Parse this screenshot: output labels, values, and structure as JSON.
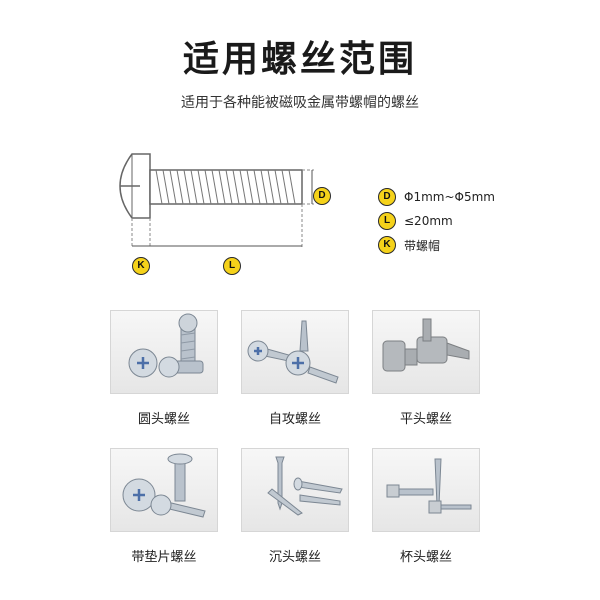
{
  "header": {
    "title": "适用螺丝范围",
    "subtitle": "适用于各种能被磁吸金属带螺帽的螺丝"
  },
  "diagram": {
    "labels": {
      "d": "D",
      "l": "L",
      "k": "K"
    }
  },
  "specs": [
    {
      "key": "D",
      "text": "Φ1mm~Φ5mm"
    },
    {
      "key": "L",
      "text": "≤20mm"
    },
    {
      "key": "K",
      "text": "带螺帽"
    }
  ],
  "screw_types": [
    {
      "label": "圆头螺丝",
      "icon": "round-head-screws-photo"
    },
    {
      "label": "自攻螺丝",
      "icon": "self-tapping-screws-photo"
    },
    {
      "label": "平头螺丝",
      "icon": "flat-head-screws-photo"
    },
    {
      "label": "带垫片螺丝",
      "icon": "washer-head-screws-photo"
    },
    {
      "label": "沉头螺丝",
      "icon": "countersunk-screws-photo"
    },
    {
      "label": "杯头螺丝",
      "icon": "socket-head-screws-photo"
    }
  ],
  "colors": {
    "badge": "#f5d21a",
    "metal": "#b9c2cc",
    "frame": "#d6d6d6"
  }
}
